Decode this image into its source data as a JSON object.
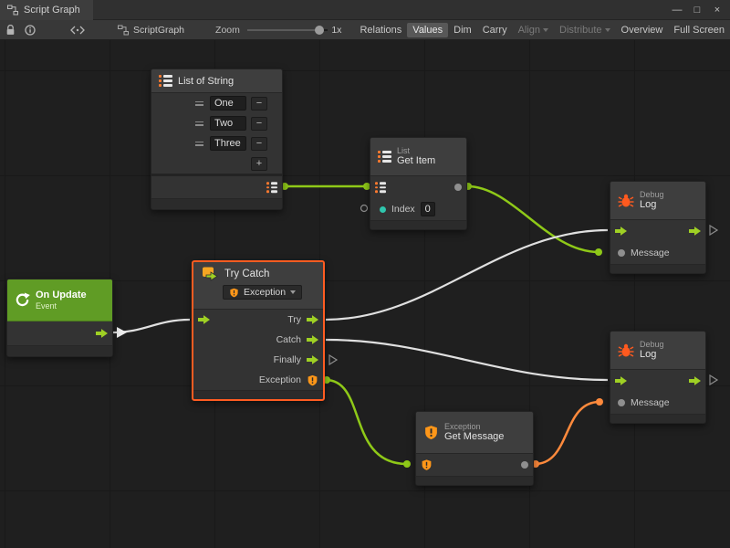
{
  "window": {
    "title": "Script Graph",
    "minimize": "—",
    "maximize": "□",
    "close": "×"
  },
  "toolbar": {
    "graph_name": "ScriptGraph",
    "zoom_label": "Zoom",
    "zoom_value": "1x",
    "buttons": {
      "relations": "Relations",
      "values": "Values",
      "dim": "Dim",
      "carry": "Carry",
      "align": "Align",
      "distribute": "Distribute",
      "overview": "Overview",
      "fullscreen": "Full Screen"
    }
  },
  "graph": {
    "nodes": {
      "list_of_string": {
        "title": "List of String",
        "items": [
          "One",
          "Two",
          "Three"
        ],
        "remove_button": "−",
        "add_button": "+"
      },
      "get_item": {
        "category": "List",
        "title": "Get Item",
        "index_label": "Index",
        "index_value": "0"
      },
      "debug_log_top": {
        "category": "Debug",
        "title": "Log",
        "message_label": "Message"
      },
      "on_update": {
        "title": "On Update",
        "subtitle": "Event"
      },
      "try_catch": {
        "title": "Try Catch",
        "exception_dropdown": "Exception",
        "port_try": "Try",
        "port_catch": "Catch",
        "port_finally": "Finally",
        "port_exception": "Exception"
      },
      "get_message": {
        "category": "Exception",
        "title": "Get Message"
      },
      "debug_log_bottom": {
        "category": "Debug",
        "title": "Log",
        "message_label": "Message"
      }
    },
    "connections": [
      {
        "from": "list_of_string.output",
        "to": "get_item.list",
        "color": "#8fc918"
      },
      {
        "from": "get_item.item",
        "to": "debug_log_top.message",
        "color": "#8fc918"
      },
      {
        "from": "on_update.flow",
        "to": "try_catch.enter",
        "color": "#e0e0e0"
      },
      {
        "from": "try_catch.try",
        "to": "debug_log_top.enter",
        "color": "#e0e0e0"
      },
      {
        "from": "try_catch.catch",
        "to": "debug_log_bottom.enter",
        "color": "#e0e0e0"
      },
      {
        "from": "try_catch.exception",
        "to": "get_message.exception",
        "color": "#8fc918"
      },
      {
        "from": "get_message.message",
        "to": "debug_log_bottom.message",
        "color": "#ff8a3c"
      }
    ]
  },
  "colors": {
    "flow_green": "#9fd024",
    "wire_green": "#8fc918",
    "wire_white": "#e0e0e0",
    "wire_orange": "#ff8a3c",
    "event_header": "#609c25",
    "warning_orange": "#ff9719",
    "bug_orange": "#ff5a1f",
    "selection": "#ff5c21"
  }
}
